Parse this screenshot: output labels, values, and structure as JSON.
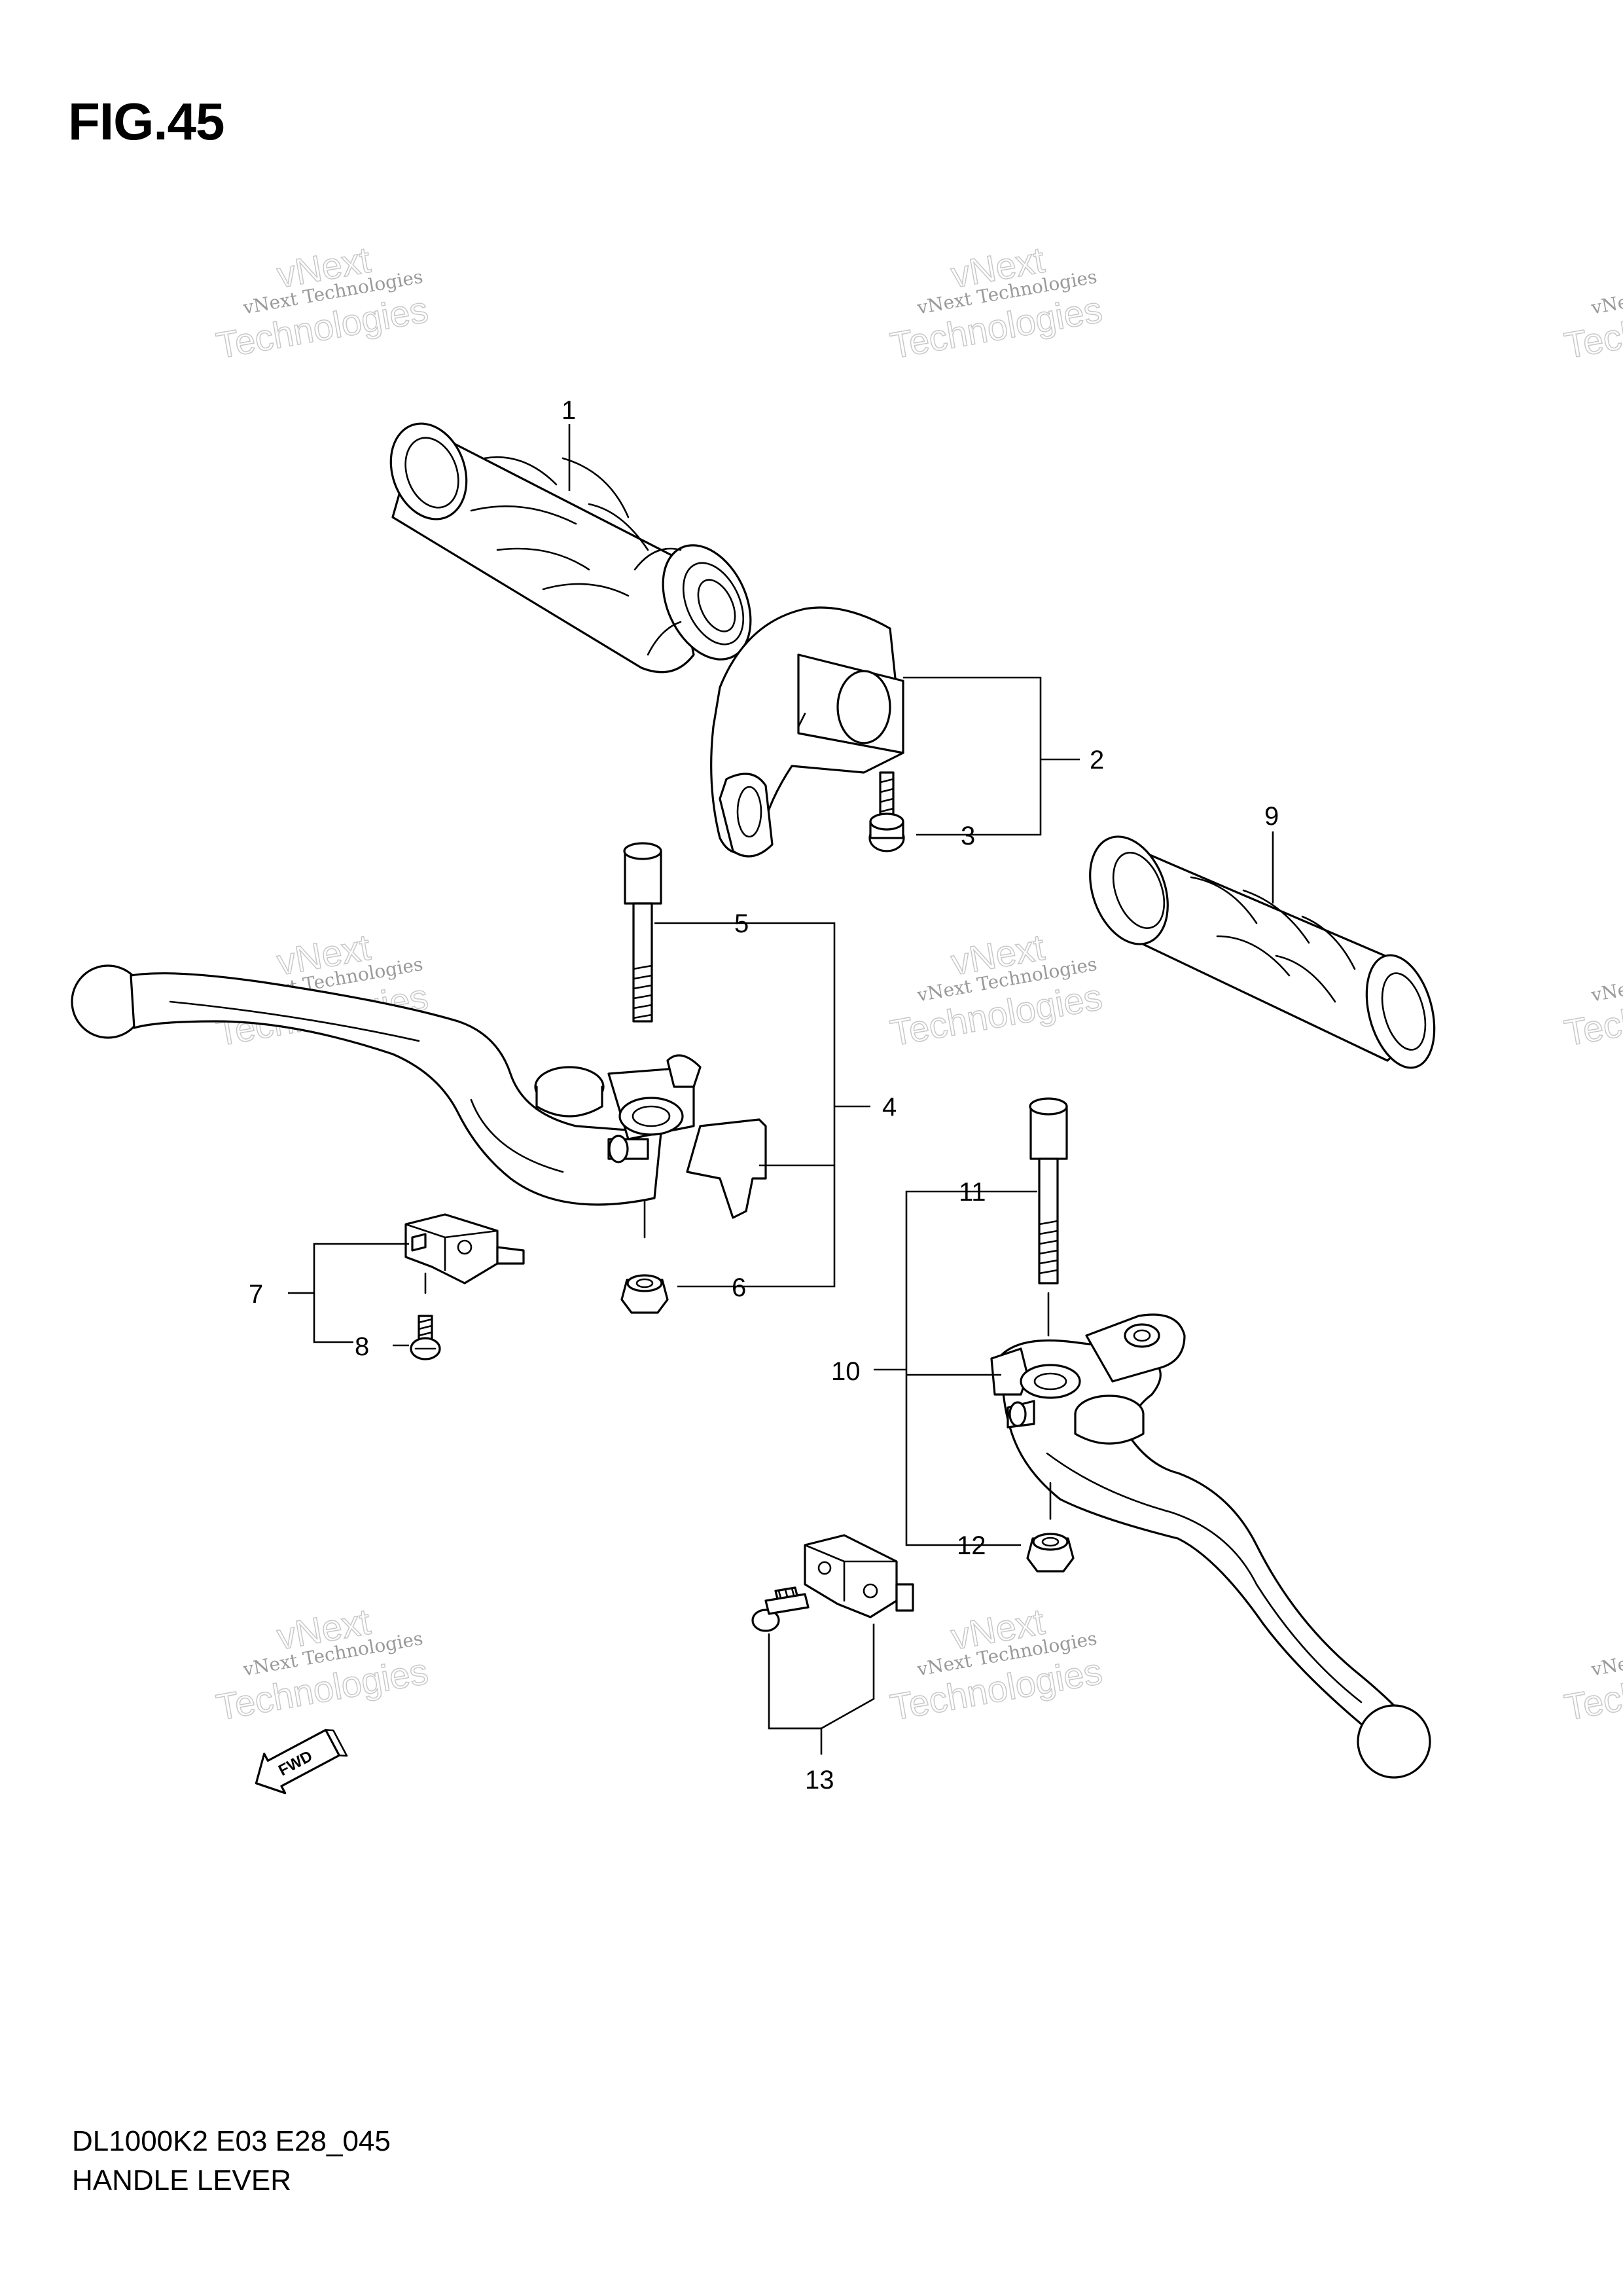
{
  "figure": {
    "title": "FIG.45"
  },
  "footer": {
    "code": "DL1000K2 E03 E28_045",
    "name": "HANDLE LEVER"
  },
  "watermark": {
    "line1": "vNext Technologies",
    "line2": "vNext",
    "line3": "Technologies"
  },
  "fwd_label": "FWD",
  "callouts": [
    "1",
    "2",
    "3",
    "4",
    "5",
    "6",
    "7",
    "8",
    "9",
    "10",
    "11",
    "12",
    "13"
  ],
  "colors": {
    "ink": "#000000",
    "watermark": "#9a9a9a",
    "background": "#ffffff"
  }
}
